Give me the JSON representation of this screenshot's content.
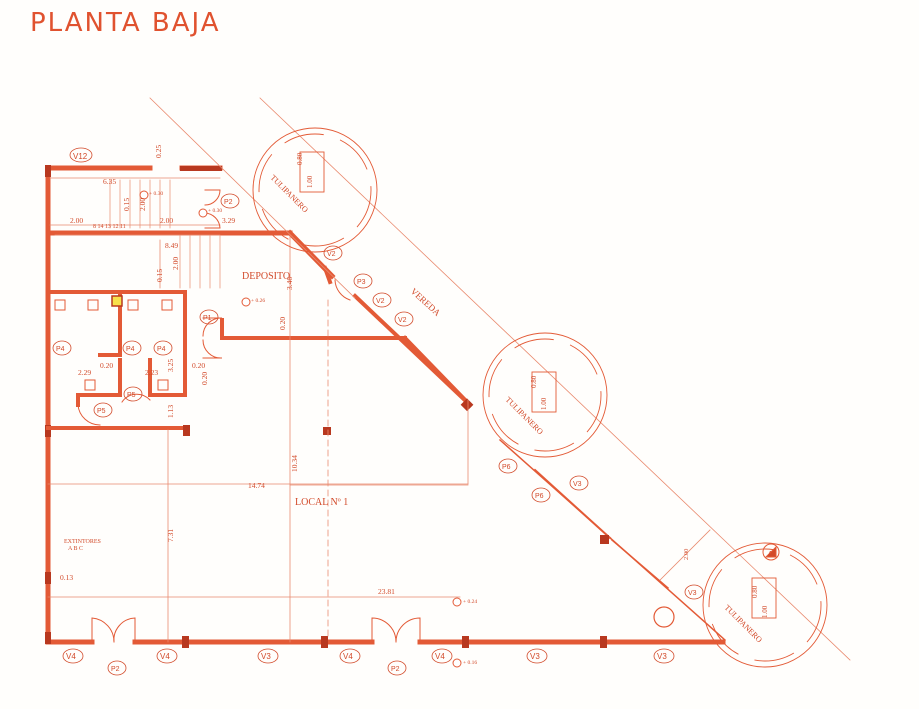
{
  "title": "PLANTA BAJA",
  "colors": {
    "ink": "#d24a2a",
    "wall": "#e35a36",
    "dark": "#b8381f",
    "light": "#e98a6f"
  },
  "rooms": {
    "deposito": "DEPOSITO",
    "local": "LOCAL  Nº 1",
    "vereda": "VEREDA",
    "extintores_1": "EXTINTORES",
    "extintores_2": "A B C"
  },
  "trees": {
    "label": "TULIPANERO",
    "dim_a": "0.80",
    "dim_b": "1.00"
  },
  "tags": {
    "v12": "V12",
    "v2": "V2",
    "v3": "V3",
    "v4": "V4",
    "p1": "P1",
    "p2": "P2",
    "p3": "P3",
    "p4": "P4",
    "p5": "P5",
    "p6": "P6",
    "section_a": "A"
  },
  "dimensions": {
    "d_6_35": "6.35",
    "d_0_25": "0.25",
    "d_2_00_a": "2.00",
    "d_2_00_b": "2.00",
    "d_2_00_c": "2.00",
    "d_2_00_d": "2.00",
    "d_0_15_a": "0.15",
    "d_0_15_b": "0.15",
    "d_3_29": "3.29",
    "d_8_49": "8.49",
    "d_3_46": "3.46",
    "d_0_20_a": "0.20",
    "d_0_20_b": "0.20",
    "d_0_20_c": "0.20",
    "d_0_20_d": "0.20",
    "d_2_29": "2.29",
    "d_2_23": "2.23",
    "d_3_25": "3.25",
    "d_1_13": "1.13",
    "d_10_34": "10.34",
    "d_14_74": "14.74",
    "d_7_31": "7.31",
    "d_0_13": "0.13",
    "d_23_81": "23.81",
    "d_2_00_v": "2.00",
    "stair_steps": "8 14 13 12 11",
    "lvl_030_a": "+ 0.30",
    "lvl_030_b": "+ 0.30",
    "lvl_026": "+ 0.26",
    "lvl_024": "+ 0.24",
    "lvl_016": "+ 0.16"
  }
}
